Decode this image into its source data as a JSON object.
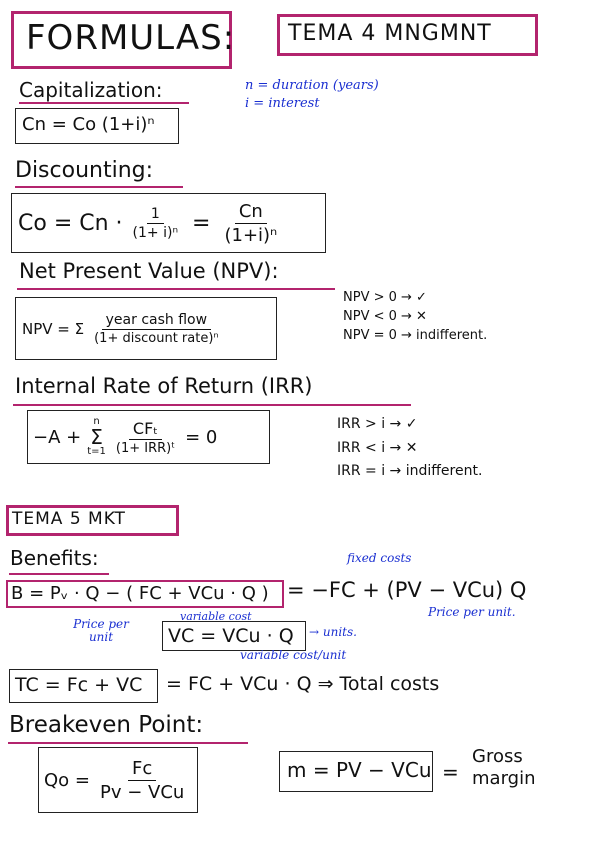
{
  "header": {
    "title": "FORMULAS:",
    "topic4": "TEMA 4  MNGMNT"
  },
  "capitalization": {
    "heading": "Capitalization:",
    "formula": "Cn = Co (1+i)ⁿ",
    "note_n": "n = duration (years)",
    "note_i": "i = interest"
  },
  "discounting": {
    "heading": "Discounting:",
    "lhs": "Co = Cn ·",
    "frac1_num": "1",
    "frac1_den": "(1+ i)ⁿ",
    "eq": "=",
    "frac2_num": "Cn",
    "frac2_den": "(1+i)ⁿ"
  },
  "npv": {
    "heading": "Net Present Value (NPV):",
    "lhs": "NPV = Σ",
    "num": "year cash flow",
    "den": "(1+ discount rate)ⁿ",
    "rule1": "NPV > 0 → ✓",
    "rule2": "NPV < 0 → ✕",
    "rule3": "NPV = 0 → indifferent."
  },
  "irr": {
    "heading": "Internal Rate of Return (IRR)",
    "lhs": "−A +",
    "sum_top": "n",
    "sum_sym": "Σ",
    "sum_bottom": "t=1",
    "num": "CFₜ",
    "den": "(1+ IRR)ᵗ",
    "rhs": "= 0",
    "rule1": "IRR > i → ✓",
    "rule2": "IRR < i → ✕",
    "rule3": "IRR = i → indifferent."
  },
  "topic5": "TEMA 5  MKT",
  "benefits": {
    "heading": "Benefits:",
    "formula": "B = Pᵥ · Q − ( FC + VCu · Q )",
    "rhs": "= −FC + (PV − VCu) Q",
    "note_fixed": "fixed costs",
    "note_price_left": "Price per unit",
    "note_price_right": "Price per unit.",
    "note_variable": "variable cost",
    "vc_formula": "VC = VCu · Q",
    "note_units": "→ units.",
    "note_variable_unit": "variable cost/unit"
  },
  "total_costs": {
    "formula": "TC = Fc + VC",
    "rhs": "=  FC + VCu · Q  ⇒  Total costs"
  },
  "breakeven": {
    "heading": "Breakeven Point:",
    "lhs": "Qo =",
    "num": "Fc",
    "den": "Pv − VCu",
    "margin": "m = PV − VCu",
    "eq": "=",
    "gross1": "Gross",
    "gross2": "margin"
  },
  "colors": {
    "accent": "#b3246e",
    "note": "#1a2fd1"
  }
}
